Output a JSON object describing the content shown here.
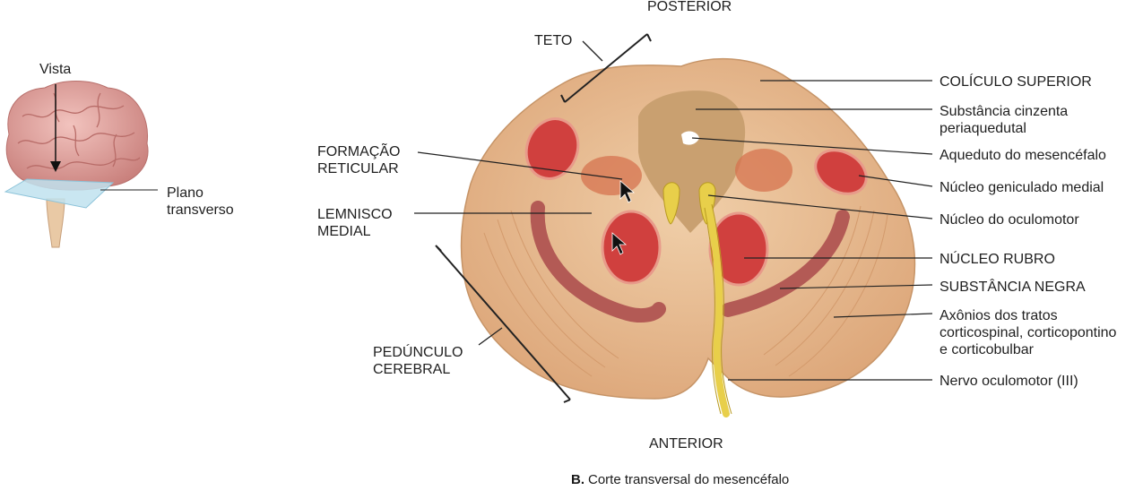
{
  "orientation": {
    "top": "POSTERIOR",
    "bottom": "ANTERIOR"
  },
  "inset": {
    "view_label": "Vista",
    "plane_label": "Plano\ntransverso"
  },
  "left_labels": {
    "teto": "TETO",
    "formacao_reticular": "FORMAÇÃO\nRETICULAR",
    "lemnisco_medial": "LEMNISCO\nMEDIAL",
    "pedunculo_cerebral": "PEDÚNCULO\nCEREBRAL"
  },
  "right_labels": [
    "COLÍCULO SUPERIOR",
    "Substância cinzenta\nperiaquedutal",
    "Aqueduto do mesencéfalo",
    "Núcleo geniculado medial",
    "Núcleo do oculomotor",
    "NÚCLEO RUBRO",
    "SUBSTÂNCIA NEGRA",
    "Axônios dos tratos\ncorticospinal, corticopontino\ne corticobulbar",
    "Nervo oculomotor (III)"
  ],
  "caption": {
    "letter": "B.",
    "text": "Corte transversal do mesencéfalo"
  },
  "colors": {
    "tissue": "#e7b98f",
    "gray_matter": "#c9a070",
    "red_nucleus": "#d0403e",
    "substantia_nigra": "#b35a55",
    "nerve": "#e8cf4a",
    "brain": "#e6a7a2",
    "plane": "#bfe2ef",
    "line": "#222222"
  }
}
